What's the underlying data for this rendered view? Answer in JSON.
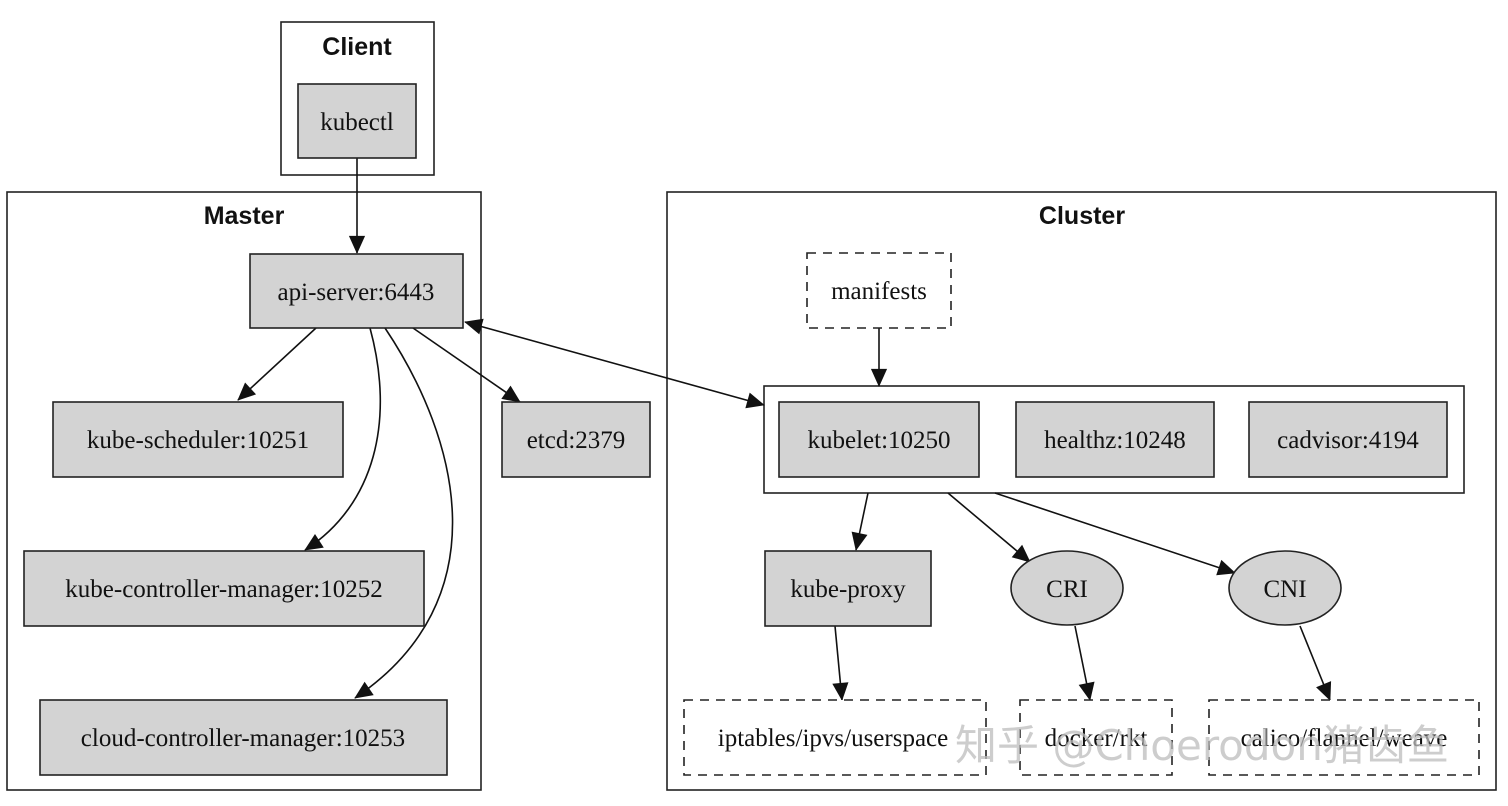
{
  "clusters": {
    "client": "Client",
    "master": "Master",
    "cluster": "Cluster"
  },
  "nodes": {
    "kubectl": "kubectl",
    "api_server": "api-server:6443",
    "kube_scheduler": "kube-scheduler:10251",
    "kube_controller_manager": "kube-controller-manager:10252",
    "cloud_controller_manager": "cloud-controller-manager:10253",
    "etcd": "etcd:2379",
    "manifests": "manifests",
    "kubelet": "kubelet:10250",
    "healthz": "healthz:10248",
    "cadvisor": "cadvisor:4194",
    "kube_proxy": "kube-proxy",
    "cri": "CRI",
    "cni": "CNI",
    "iptables": "iptables/ipvs/userspace",
    "docker": "docker/rkt",
    "calico": "calico/flannel/weave"
  },
  "watermark": "知乎 @Choerodon猪齿鱼",
  "colors": {
    "node_fill": "#d3d3d3",
    "stroke": "#222222",
    "background": "#ffffff"
  }
}
